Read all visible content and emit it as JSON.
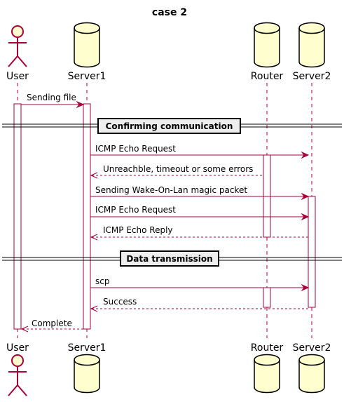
{
  "title": "case 2",
  "participants": [
    {
      "id": "user",
      "label": "User",
      "shape": "actor"
    },
    {
      "id": "server1",
      "label": "Server1",
      "shape": "database"
    },
    {
      "id": "router",
      "label": "Router",
      "shape": "database"
    },
    {
      "id": "server2",
      "label": "Server2",
      "shape": "database"
    }
  ],
  "sections": [
    {
      "label": "Confirming communication"
    },
    {
      "label": "Data transmission"
    }
  ],
  "messages": [
    {
      "text": "Sending file",
      "from": "user",
      "to": "server1",
      "style": "solid"
    },
    {
      "text": "ICMP Echo Request",
      "from": "server1",
      "to": "server2",
      "style": "solid"
    },
    {
      "text": "Unreachble, timeout or some errors",
      "from": "router",
      "to": "server1",
      "style": "dashed"
    },
    {
      "text": "Sending Wake-On-Lan magic packet",
      "from": "server1",
      "to": "server2",
      "style": "solid"
    },
    {
      "text": "ICMP Echo Request",
      "from": "server1",
      "to": "server2",
      "style": "solid"
    },
    {
      "text": "ICMP Echo Reply",
      "from": "server2",
      "to": "server1",
      "style": "dashed"
    },
    {
      "text": "scp",
      "from": "server1",
      "to": "server2",
      "style": "solid"
    },
    {
      "text": "Success",
      "from": "server2",
      "to": "server1",
      "style": "dashed"
    },
    {
      "text": "Complete",
      "from": "server1",
      "to": "user",
      "style": "dashed"
    }
  ],
  "colors": {
    "line": "#A80036",
    "participant_fill": "#FEFECE",
    "section_fill": "#EEEEEE"
  }
}
